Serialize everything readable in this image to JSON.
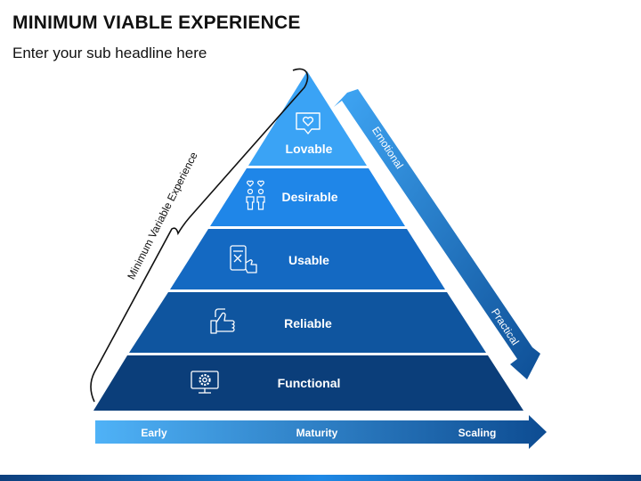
{
  "header": {
    "title": "MINIMUM VIABLE EXPERIENCE",
    "subtitle": "Enter your sub headline here"
  },
  "pyramid": {
    "levels": [
      {
        "label": "Lovable",
        "icon": "heart-chat-icon",
        "color": "#3aa3f5"
      },
      {
        "label": "Desirable",
        "icon": "couple-heart-icon",
        "color": "#1f86e8"
      },
      {
        "label": "Usable",
        "icon": "tablet-touch-icon",
        "color": "#1469c2"
      },
      {
        "label": "Reliable",
        "icon": "hand-thumb-icon",
        "color": "#0f559f"
      },
      {
        "label": "Functional",
        "icon": "monitor-gear-icon",
        "color": "#0b3e7a"
      }
    ]
  },
  "bracket": {
    "label": "Minimum Variable Experience"
  },
  "side_arrow": {
    "top_label": "Emotional",
    "bottom_label": "Practical"
  },
  "bottom_arrow": {
    "labels": [
      "Early",
      "Maturity",
      "Scaling"
    ]
  }
}
